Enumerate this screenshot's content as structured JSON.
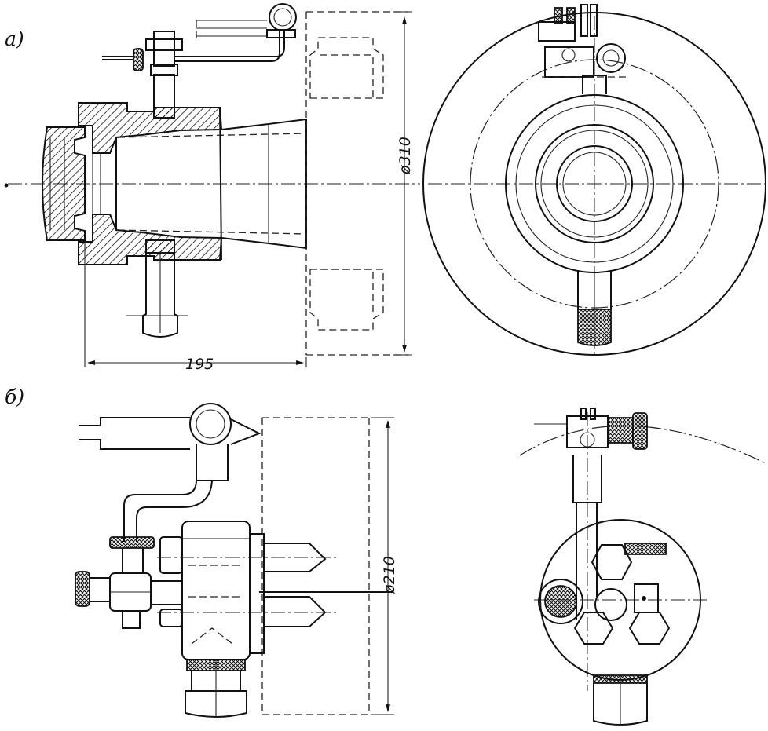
{
  "figure": {
    "panel_a_label": "а)",
    "panel_b_label": "б)",
    "dimensions": {
      "length_195": "195",
      "diameter_310": "ø310",
      "diameter_210": "ø210"
    }
  }
}
